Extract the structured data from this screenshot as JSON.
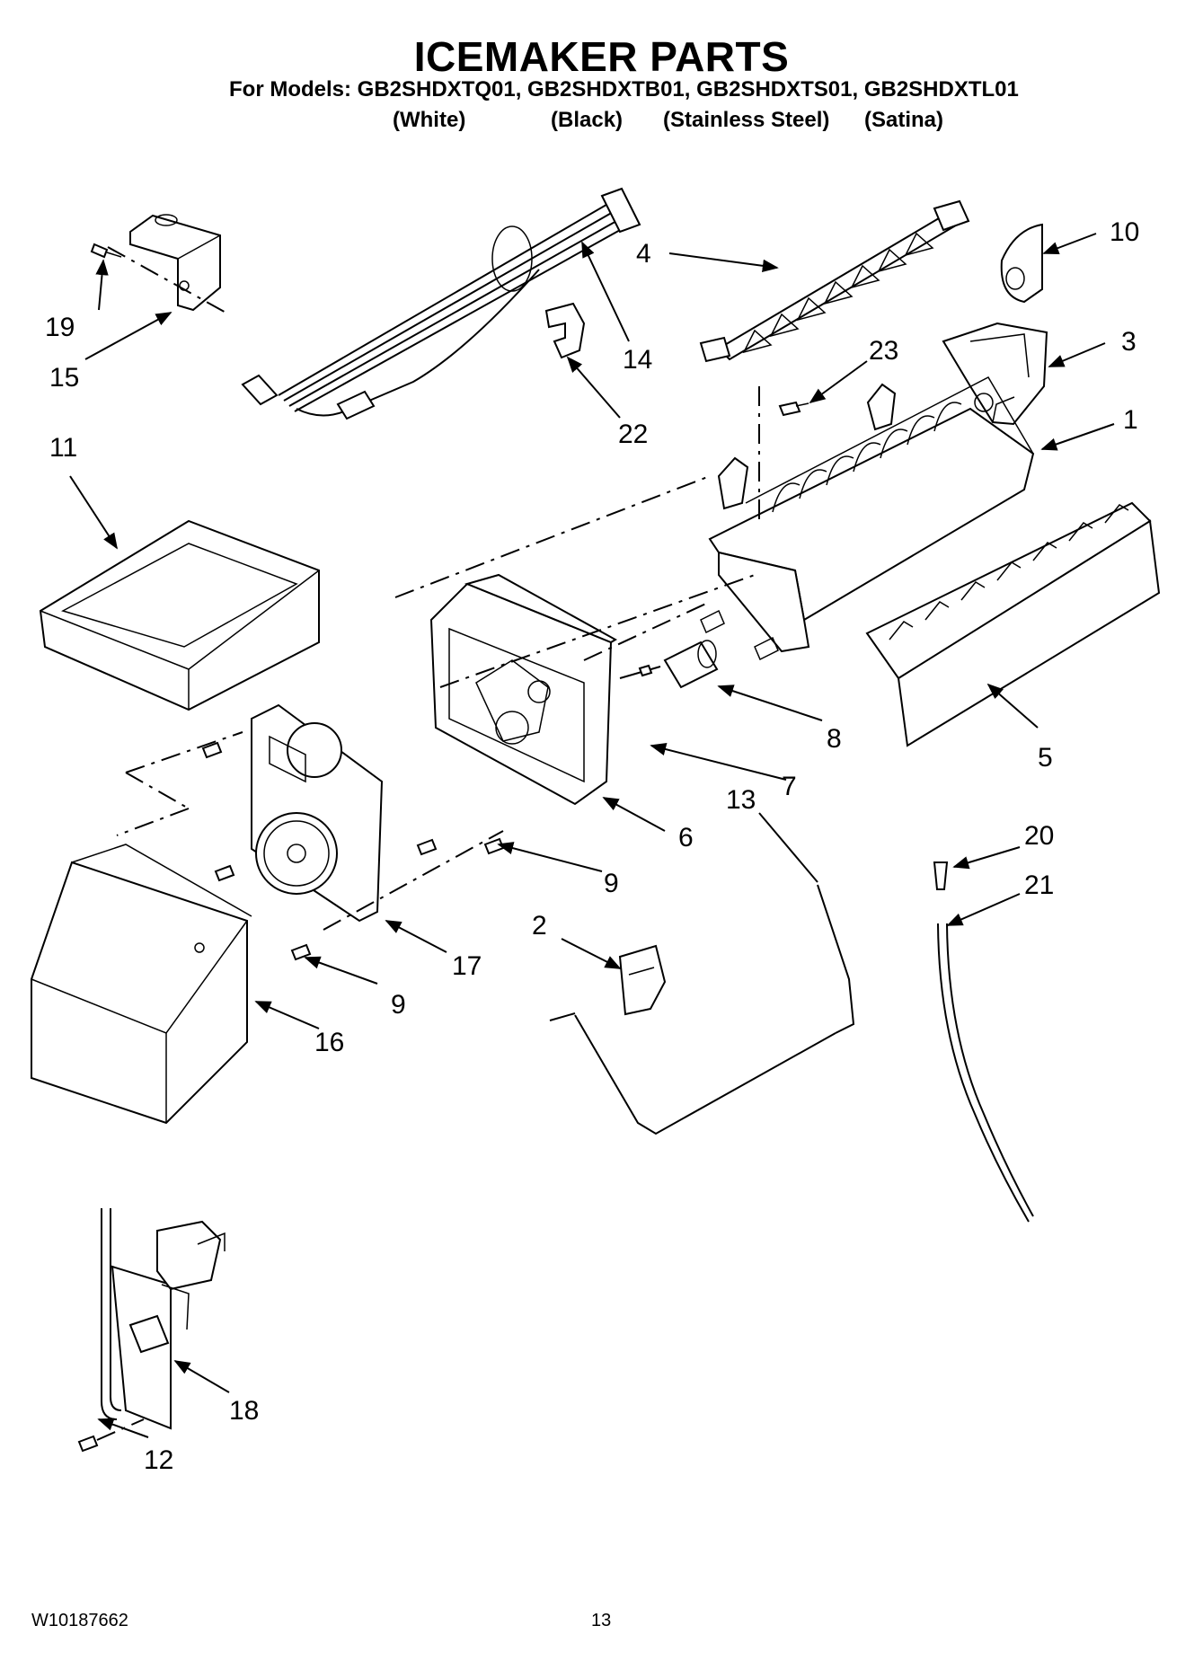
{
  "title": "ICEMAKER PARTS",
  "models_line": "For Models: GB2SHDXTQ01, GB2SHDXTB01, GB2SHDXTS01, GB2SHDXTL01",
  "finishes": [
    "(White)",
    "(Black)",
    "(Stainless Steel)",
    "(Satina)"
  ],
  "footer": {
    "doc_number": "W10187662",
    "page": "13"
  },
  "callouts": [
    "1",
    "2",
    "3",
    "4",
    "5",
    "6",
    "7",
    "8",
    "9",
    "9",
    "10",
    "11",
    "12",
    "13",
    "14",
    "15",
    "16",
    "17",
    "18",
    "19",
    "20",
    "21",
    "22",
    "23"
  ]
}
